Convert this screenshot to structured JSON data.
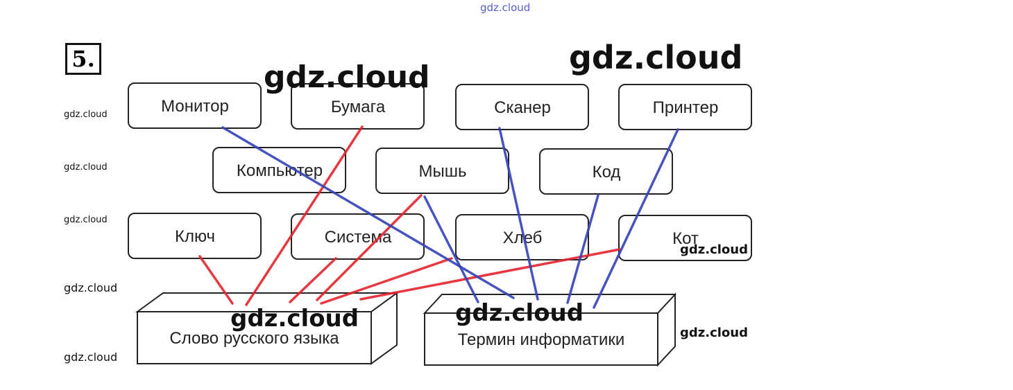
{
  "exercise_number": "5.",
  "top_watermark": "gdz.cloud",
  "watermarks": [
    "gdz.cloud",
    "gdz.cloud",
    "gdz.cloud",
    "gdz.cloud",
    "gdz.cloud",
    "gdz.cloud",
    "gdz.cloud",
    "gdz.cloud",
    "gdz.cloud",
    "gdz.cloud",
    "gdz.cloud",
    "gdz.cloud"
  ],
  "words": [
    "Монитор",
    "Бумага",
    "Сканер",
    "Принтер",
    "Компьютер",
    "Мышь",
    "Код",
    "Ключ",
    "Система",
    "Хлеб",
    "Кот"
  ],
  "categories": [
    "Слово русского языка",
    "Термин информатики"
  ],
  "colors": {
    "russian_word_line": "#e5232d",
    "informatics_term_line": "#3442b8"
  },
  "connections": {
    "Слово русского языка": [
      "Бумага",
      "Ключ",
      "Система",
      "Мышь",
      "Хлеб",
      "Кот"
    ],
    "Термин информатики": [
      "Монитор",
      "Мышь",
      "Сканер",
      "Код",
      "Принтер"
    ]
  }
}
